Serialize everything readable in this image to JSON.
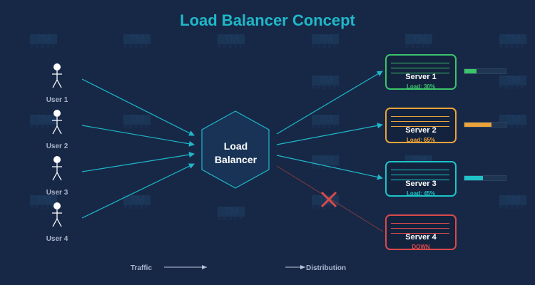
{
  "title": "Load Balancer Concept",
  "colors": {
    "background": "#172847",
    "accent": "#1fb8c8",
    "arrow": "#1fb8c8",
    "failure": "#d84a4a"
  },
  "users": [
    {
      "label": "User 1"
    },
    {
      "label": "User 2"
    },
    {
      "label": "User 3"
    },
    {
      "label": "User 4"
    }
  ],
  "load_balancer": {
    "line1": "Load",
    "line2": "Balancer"
  },
  "servers": [
    {
      "name": "Server 1",
      "status": "Load: 30%",
      "load": 0.3,
      "color": "#3cc46a",
      "up": true
    },
    {
      "name": "Server 2",
      "status": "Load: 65%",
      "load": 0.65,
      "color": "#eba33a",
      "up": true
    },
    {
      "name": "Server 3",
      "status": "Load: 45%",
      "load": 0.45,
      "color": "#1ec4c8",
      "up": true
    },
    {
      "name": "Server 4",
      "status": "DOWN",
      "load": null,
      "color": "#d84a4a",
      "up": false
    }
  ],
  "legend": {
    "traffic": "Traffic",
    "distribution": "Distribution"
  },
  "watermark": {
    "mark": "TM",
    "sub": "PROXY"
  },
  "failure_icon": "cross-icon"
}
